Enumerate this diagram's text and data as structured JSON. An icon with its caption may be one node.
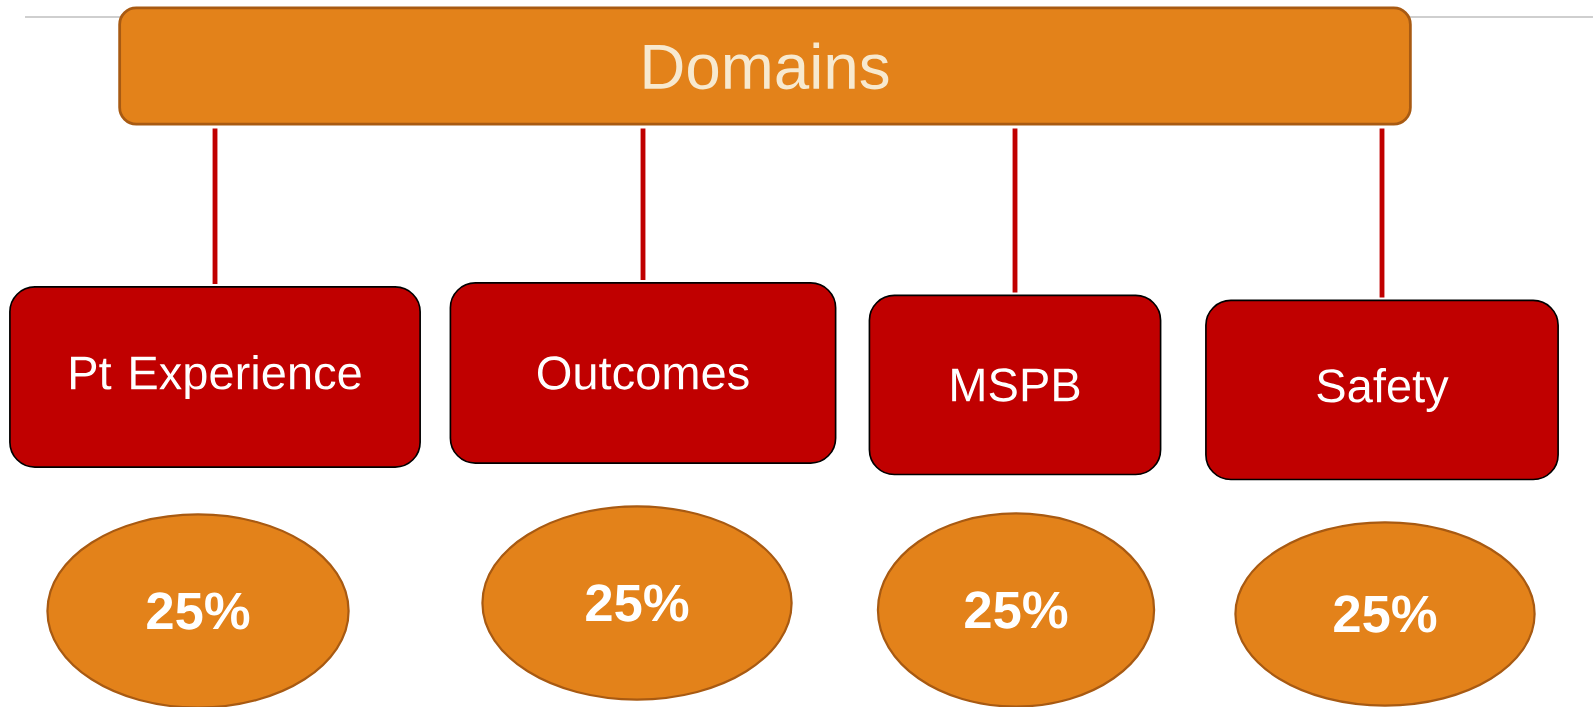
{
  "diagram": {
    "nodes": [
      {
        "text": [
          "Domains"
        ]
      },
      {
        "text": [
          "Pt Experience"
        ]
      },
      {
        "text": [
          "Outcomes"
        ]
      },
      {
        "text": [
          "MSPB"
        ]
      },
      {
        "text": [
          "Safety"
        ]
      },
      {
        "text": [
          "25%"
        ]
      },
      {
        "text": [
          "25%"
        ]
      },
      {
        "text": [
          "25%"
        ]
      },
      {
        "text": [
          "25%"
        ]
      }
    ],
    "edges": [
      {
        "from": 0,
        "to": 1,
        "arrow": "none"
      },
      {
        "from": 0,
        "to": 2,
        "arrow": "none"
      },
      {
        "from": 0,
        "to": 3,
        "arrow": "none"
      },
      {
        "from": 0,
        "to": 4,
        "arrow": "none"
      }
    ]
  }
}
